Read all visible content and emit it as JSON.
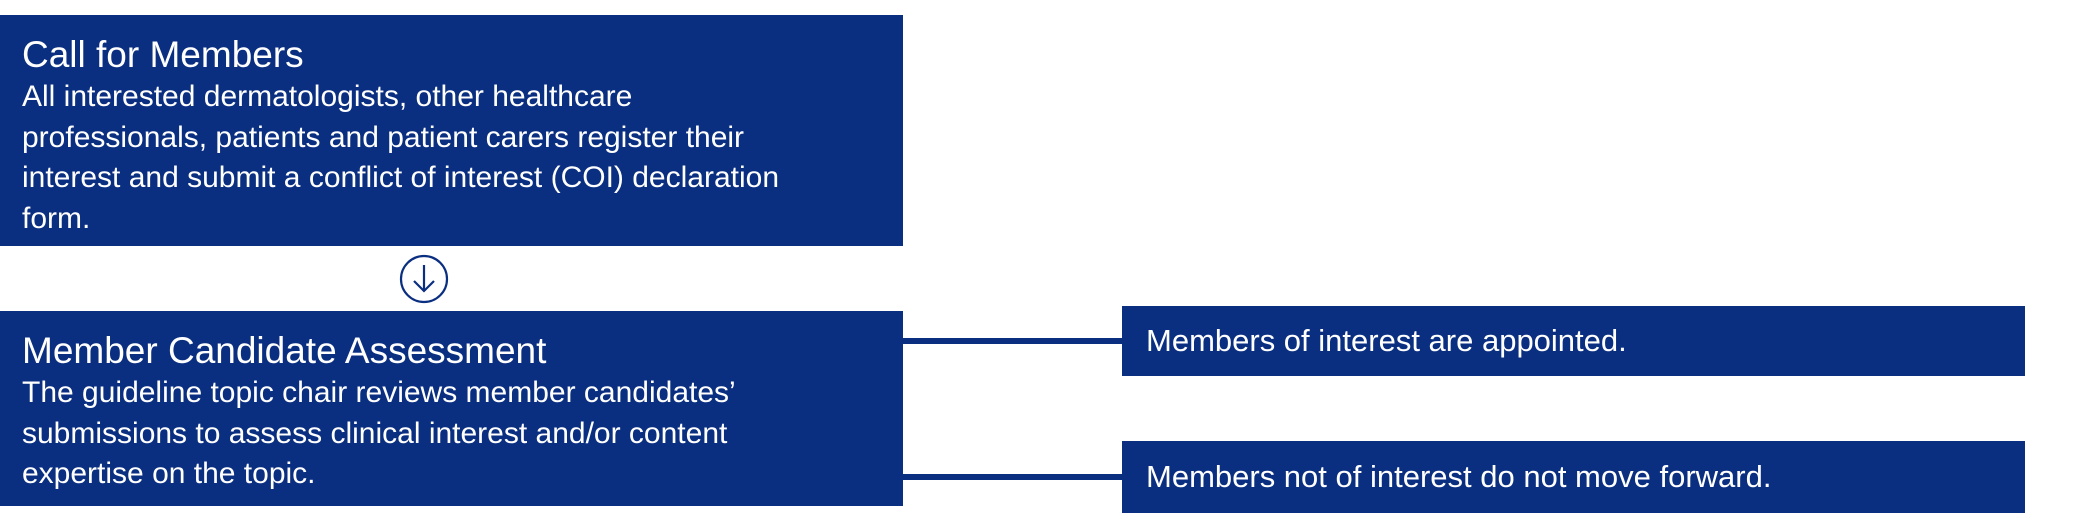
{
  "flow": {
    "call_for_members": {
      "title": "Call for Members",
      "body": "All interested dermatologists, other healthcare professionals, patients and patient carers register their interest and submit a conflict of interest (COI) declaration form."
    },
    "arrow_icon": "arrow-down-circle-icon",
    "member_candidate_assessment": {
      "title": "Member Candidate Assessment",
      "body": "The guideline topic chair reviews member candidates’ submissions to assess clinical interest and/or content expertise on the topic."
    },
    "outcomes": [
      {
        "label": "Members of interest are appointed."
      },
      {
        "label": "Members not of interest do not move forward."
      }
    ]
  },
  "colors": {
    "box_fill": "#0b2f80",
    "text": "#ffffff",
    "background": "#ffffff"
  }
}
